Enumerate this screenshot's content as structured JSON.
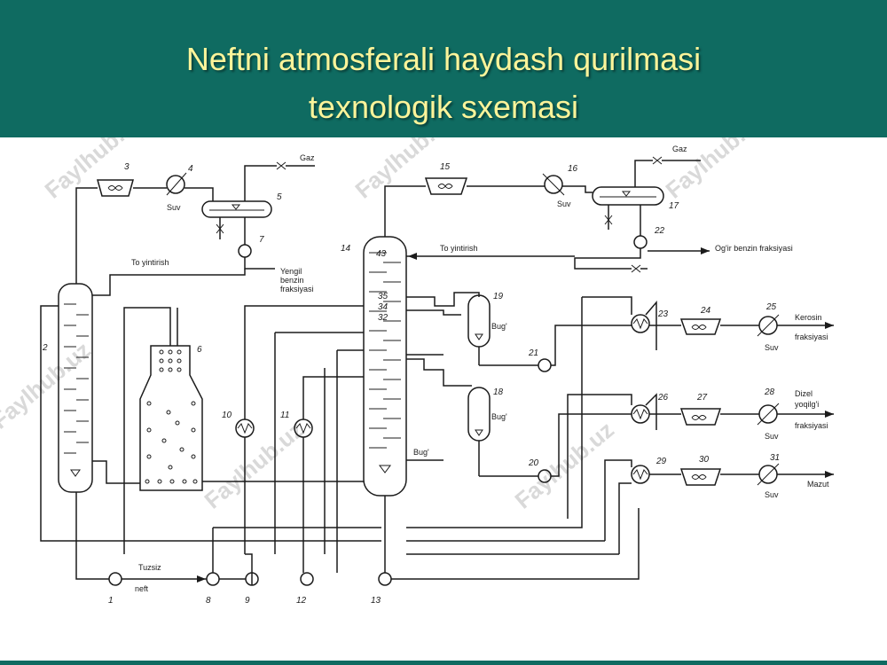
{
  "title": {
    "line1": "Neftni atmosferali haydash qurilmasi",
    "line2": "texnologik sxemasi"
  },
  "watermark": "Faylhub.uz",
  "labels": {
    "gaz_left": "Gaz",
    "gaz_right": "Gaz",
    "suv_3": "Suv",
    "suv_16": "Suv",
    "to_yintirish_left": "To yintirish",
    "to_yintirish_mid": "To yintirish",
    "yengil_1": "Yengil",
    "yengil_2": "benzin",
    "yengil_3": "fraksiyasi",
    "ogir_benzin": "Og'ir benzin fraksiyasi",
    "bug_19": "Bug'",
    "bug_18": "Bug'",
    "bug_14": "Bug'",
    "kerosin_1": "Kerosin",
    "kerosin_2": "fraksiyasi",
    "dizel_1": "Dizel",
    "dizel_2": "yoqilg'i",
    "dizel_3": "fraksiyasi",
    "suv_25": "Suv",
    "suv_28": "Suv",
    "suv_31": "Suv",
    "mazut": "Mazut",
    "tuzsiz": "Tuzsiz",
    "neft": "neft"
  },
  "equipment_numbers": {
    "n1": "1",
    "n2": "2",
    "n3": "3",
    "n4": "4",
    "n5": "5",
    "n6": "6",
    "n7": "7",
    "n8": "8",
    "n9": "9",
    "n10": "10",
    "n11": "11",
    "n12": "12",
    "n13": "13",
    "n14": "14",
    "n15": "15",
    "n16": "16",
    "n17": "17",
    "n18": "18",
    "n19": "19",
    "n20": "20",
    "n21": "21",
    "n22": "22",
    "n23": "23",
    "n24": "24",
    "n25": "25",
    "n26": "26",
    "n27": "27",
    "n28": "28",
    "n29": "29",
    "n30": "30",
    "n31": "31"
  },
  "tray_numbers": {
    "t43": "43",
    "t35": "35",
    "t34": "34",
    "t32": "32"
  },
  "colors": {
    "header_bg": "#0f6b61",
    "title_text": "#fbf49a",
    "line": "#1b1b1b"
  }
}
